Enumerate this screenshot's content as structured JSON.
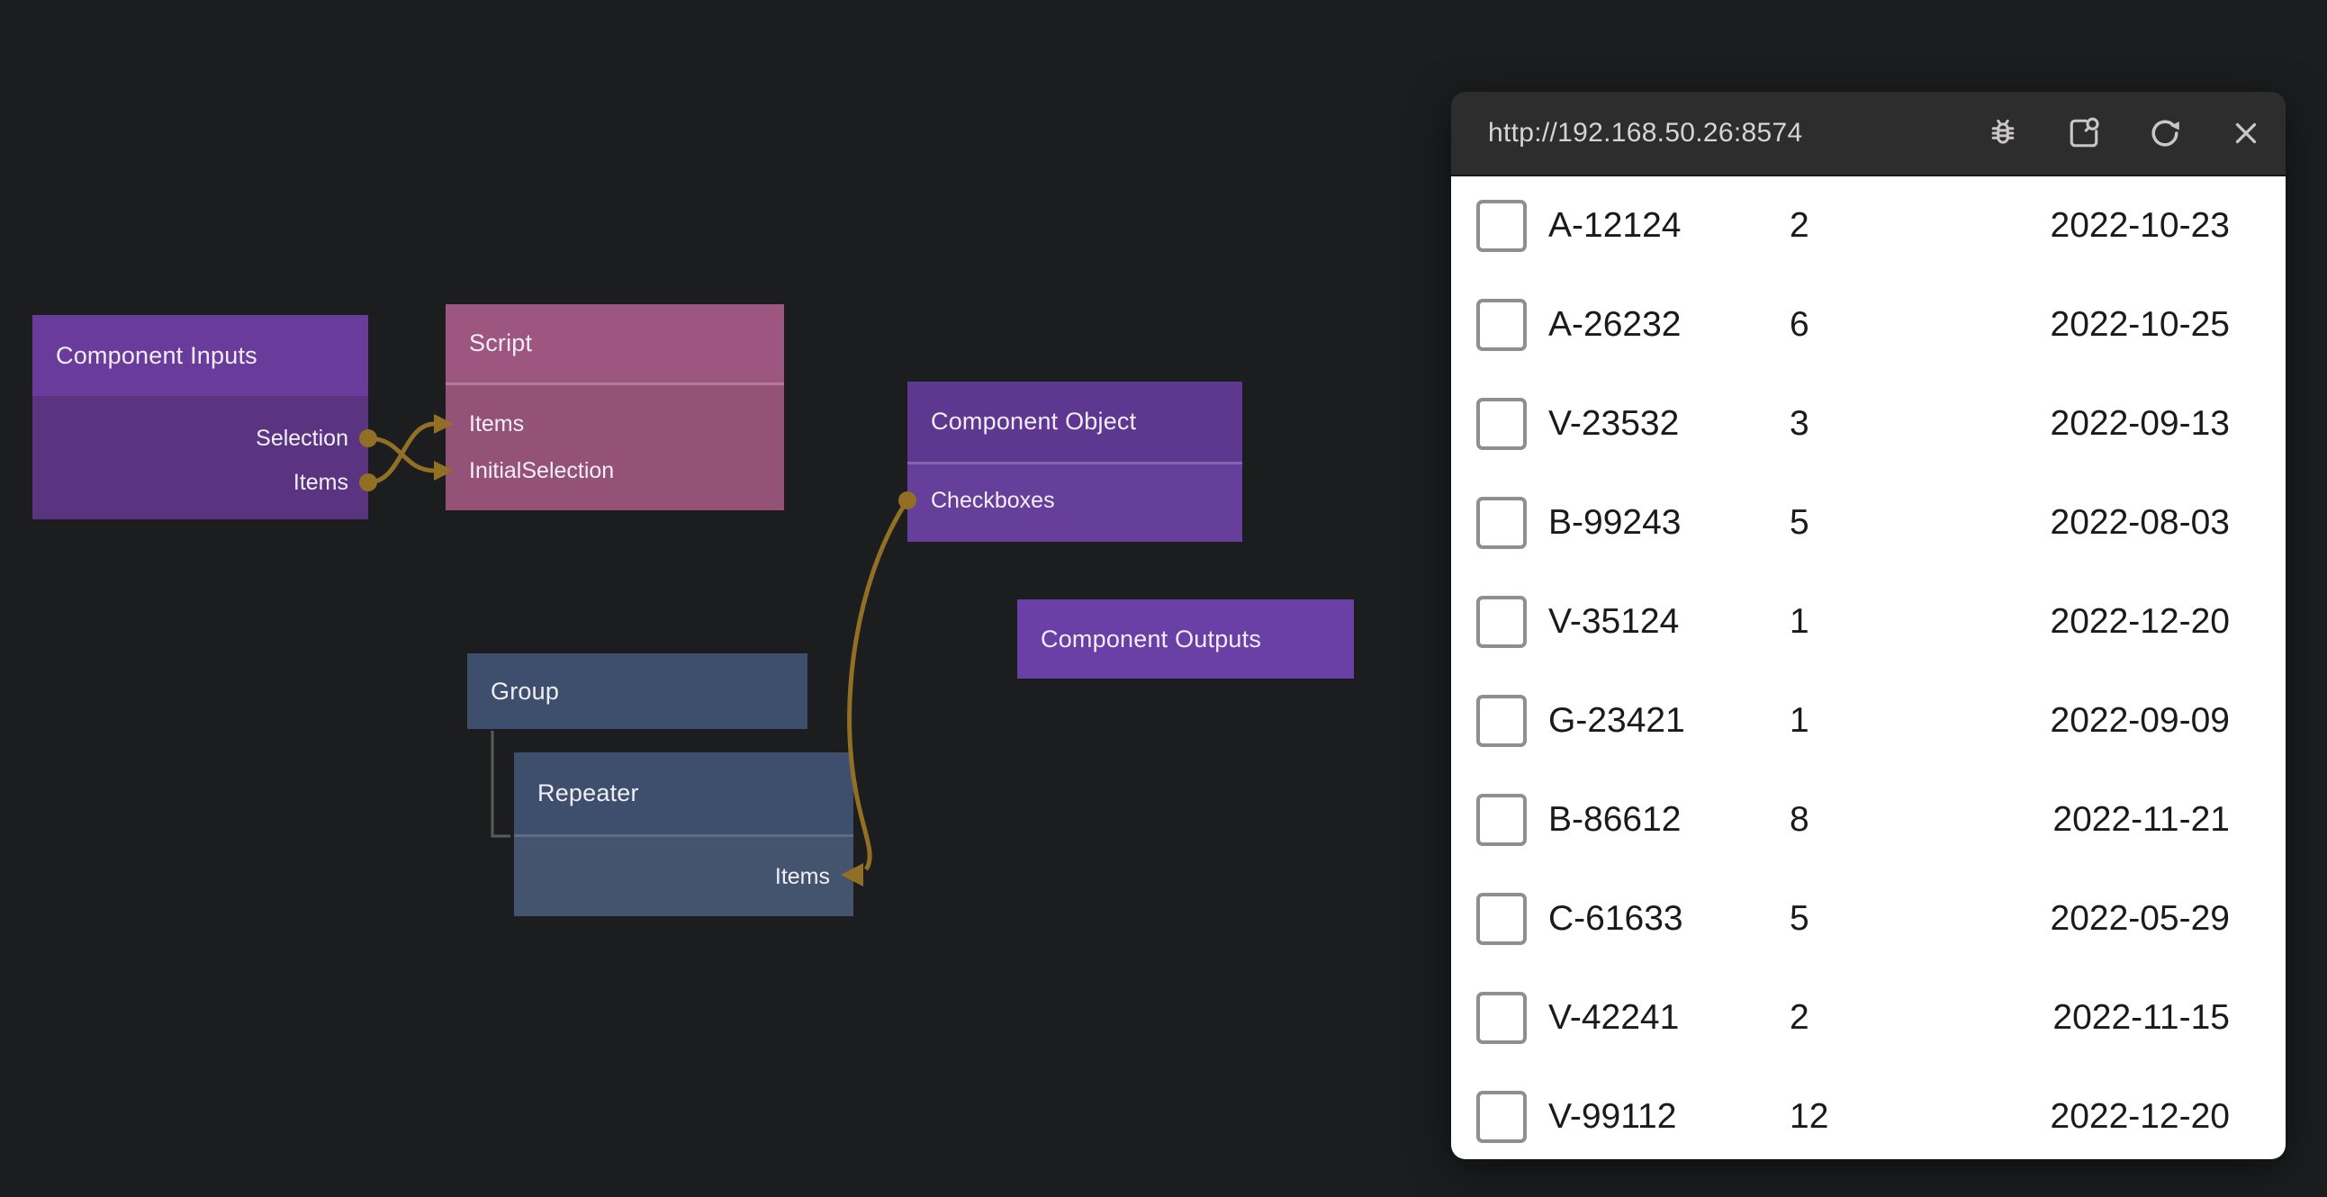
{
  "canvas": {
    "nodes": [
      {
        "title": "Component Inputs",
        "type": "component",
        "outputs": [
          "Selection",
          "Items"
        ]
      },
      {
        "title": "Script",
        "type": "script",
        "inputs": [
          "Items",
          "InitialSelection"
        ]
      },
      {
        "title": "Component Object",
        "type": "component",
        "inputs": [
          "Checkboxes"
        ]
      },
      {
        "title": "Component Outputs",
        "type": "component"
      },
      {
        "title": "Group",
        "type": "visual"
      },
      {
        "title": "Repeater",
        "type": "visual",
        "inputs": [
          "Items"
        ]
      }
    ],
    "connections": [
      {
        "from": "Component Inputs.Selection",
        "to": "Script.InitialSelection"
      },
      {
        "from": "Component Inputs.Items",
        "to": "Script.Items"
      },
      {
        "from": "Component Object.Checkboxes",
        "to": "Repeater.Items"
      }
    ],
    "colors": {
      "background": "#1c1d1e",
      "wire": "#916f25",
      "component_header": "#693c9c",
      "component_body": "#5a3481",
      "object_header": "#5e3791",
      "object_body": "#653f9a",
      "script_header": "#9c5680",
      "script_body": "#955277",
      "visual_header": "#3d4f6c",
      "visual_body": "#44546f",
      "tree_line": "#5a5a5a"
    }
  },
  "preview": {
    "url": "http://192.168.50.26:8574",
    "toolbar_icons": [
      "debug-bug",
      "inspect-document",
      "refresh",
      "close"
    ],
    "table": {
      "rows": [
        {
          "id": "A-12124",
          "qty": "2",
          "date": "2022-10-23"
        },
        {
          "id": "A-26232",
          "qty": "6",
          "date": "2022-10-25"
        },
        {
          "id": "V-23532",
          "qty": "3",
          "date": "2022-09-13"
        },
        {
          "id": "B-99243",
          "qty": "5",
          "date": "2022-08-03"
        },
        {
          "id": "V-35124",
          "qty": "1",
          "date": "2022-12-20"
        },
        {
          "id": "G-23421",
          "qty": "1",
          "date": "2022-09-09"
        },
        {
          "id": "B-86612",
          "qty": "8",
          "date": "2022-11-21"
        },
        {
          "id": "C-61633",
          "qty": "5",
          "date": "2022-05-29"
        },
        {
          "id": "V-42241",
          "qty": "2",
          "date": "2022-11-15"
        },
        {
          "id": "V-99112",
          "qty": "12",
          "date": "2022-12-20"
        }
      ]
    }
  }
}
